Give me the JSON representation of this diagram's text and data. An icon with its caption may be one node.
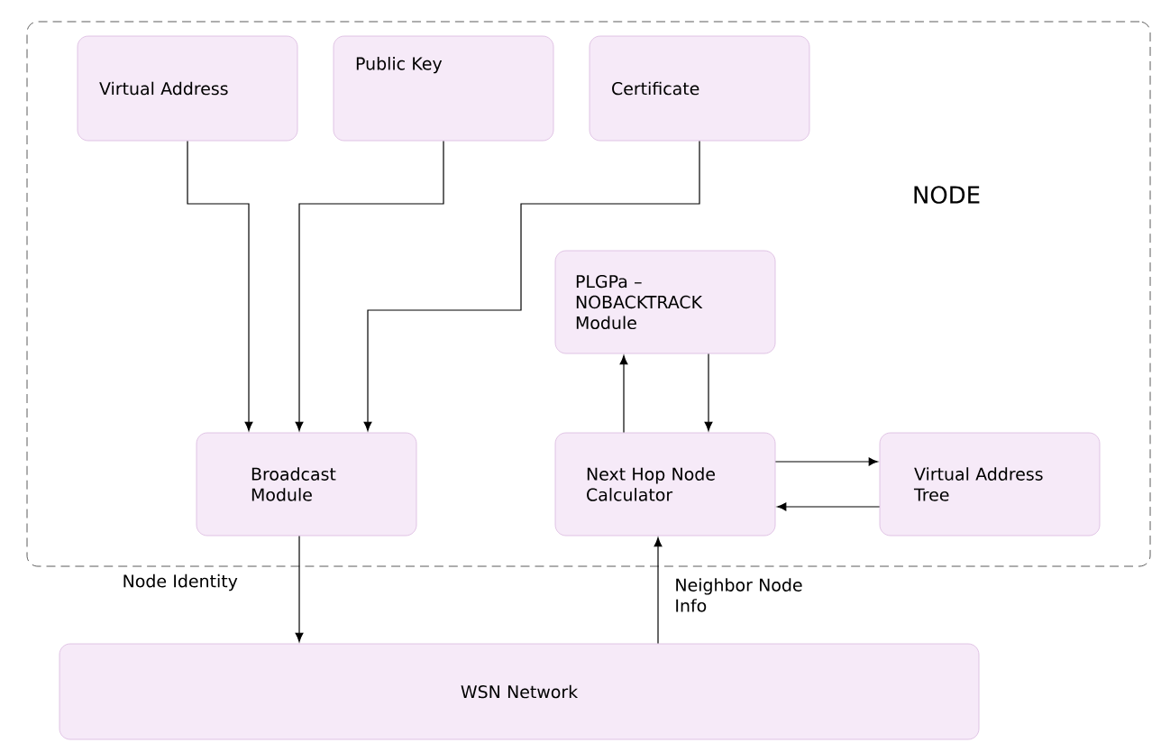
{
  "diagram": {
    "nodes": [
      {
        "text": [
          "NODE"
        ]
      },
      {
        "text": [
          "Virtual Address"
        ],
        "in": 0
      },
      {
        "text": [
          "Public Key"
        ],
        "in": 0
      },
      {
        "text": [
          "Certificate"
        ],
        "in": 0
      },
      {
        "text": [
          "PLGPa – NOBACKTRACK Module"
        ],
        "in": 0
      },
      {
        "text": [
          "Broadcast Module"
        ],
        "in": 0
      },
      {
        "text": [
          "Next Hop Node Calculator"
        ],
        "in": 0
      },
      {
        "text": [
          "Virtual Address Tree"
        ],
        "in": 0
      },
      {
        "text": [
          "WSN Network"
        ]
      }
    ],
    "edges": [
      {
        "from": 1,
        "to": 5,
        "arrow": "to"
      },
      {
        "from": 2,
        "to": 5,
        "arrow": "to"
      },
      {
        "from": 3,
        "to": 5,
        "arrow": "to"
      },
      {
        "from": 6,
        "to": 4,
        "arrow": "to"
      },
      {
        "from": 4,
        "to": 6,
        "arrow": "to"
      },
      {
        "from": 6,
        "to": 7,
        "arrow": "to"
      },
      {
        "from": 7,
        "to": 6,
        "arrow": "to"
      },
      {
        "from": 5,
        "to": 8,
        "arrow": "to",
        "label": "Node Identity"
      },
      {
        "from": 8,
        "to": 6,
        "arrow": "to",
        "label": "Neighbor Node Info"
      }
    ]
  }
}
